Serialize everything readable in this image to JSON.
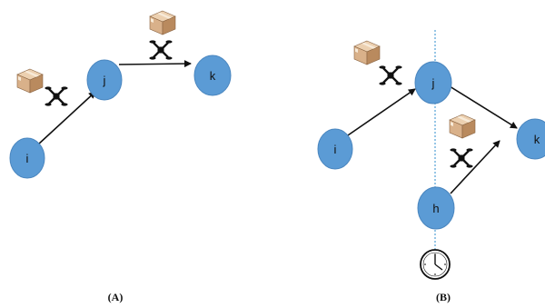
{
  "colors": {
    "node_fill": "#5b9bd5",
    "node_stroke": "#4a86bf",
    "edge": "#111111",
    "boundary": "#5fa8d8",
    "box_light": "#ddb894",
    "box_dark": "#b98a5e"
  },
  "panel_a": {
    "caption": "(A)",
    "nodes": [
      {
        "id": "i",
        "label": "i"
      },
      {
        "id": "j",
        "label": "j"
      },
      {
        "id": "k",
        "label": "k"
      }
    ],
    "edges": [
      {
        "from": "i",
        "to": "j"
      },
      {
        "from": "j",
        "to": "k"
      }
    ],
    "icons": [
      "package-icon",
      "drone-icon"
    ]
  },
  "panel_b": {
    "caption": "(B)",
    "nodes": [
      {
        "id": "i",
        "label": "i"
      },
      {
        "id": "j",
        "label": "j"
      },
      {
        "id": "k",
        "label": "k"
      },
      {
        "id": "h",
        "label": "h"
      }
    ],
    "edges": [
      {
        "from": "i",
        "to": "j"
      },
      {
        "from": "j",
        "to": "k"
      },
      {
        "from": "h",
        "to": "k"
      }
    ],
    "icons": [
      "package-icon",
      "drone-icon",
      "clock-icon"
    ]
  }
}
